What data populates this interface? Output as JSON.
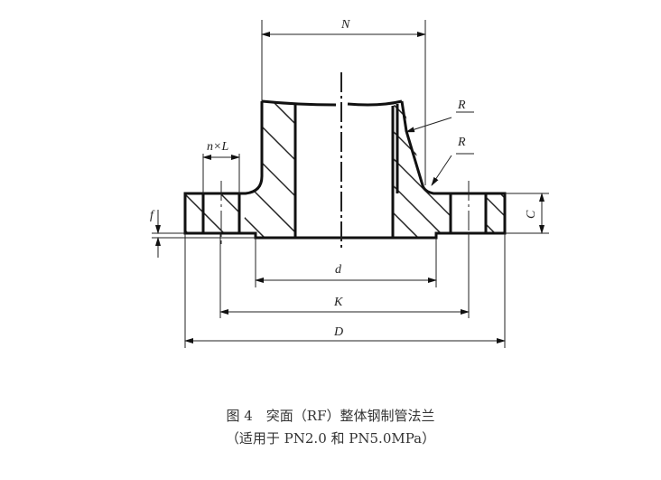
{
  "drawing": {
    "labels": {
      "N": "N",
      "R1": "R",
      "R2": "R",
      "nL": "n×L",
      "f": "f",
      "C": "C",
      "d": "d",
      "K": "K",
      "D": "D"
    }
  },
  "caption": {
    "title": "图 4　突面（RF）整体钢制管法兰",
    "subtitle": "（适用于 PN2.0 和 PN5.0MPa）"
  }
}
